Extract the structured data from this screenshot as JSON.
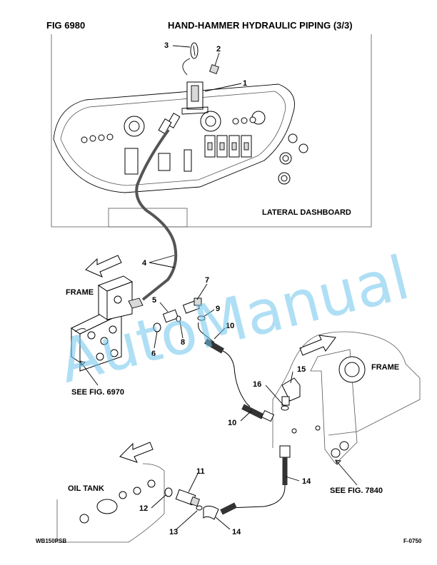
{
  "header": {
    "fig_label": "FIG     6980",
    "title": "HAND-HAMMER HYDRAULIC PIPING (3/3)"
  },
  "labels": {
    "lateral_dashboard": "LATERAL DASHBOARD",
    "frame_left": "FRAME",
    "frame_right": "FRAME",
    "see_fig_6970": "SEE FIG. 6970",
    "see_fig_7840": "SEE FIG. 7840",
    "oil_tank": "OIL TANK"
  },
  "callouts": {
    "c1": "1",
    "c2": "2",
    "c3": "3",
    "c4": "4",
    "c5": "5",
    "c6": "6",
    "c7": "7",
    "c8": "8",
    "c9": "9",
    "c10a": "10",
    "c10b": "10",
    "c11": "11",
    "c12": "12",
    "c13": "13",
    "c14a": "14",
    "c14b": "14",
    "c15": "15",
    "c16": "16"
  },
  "watermark": "AutoManual",
  "footer": {
    "left": "WB150PSB",
    "right": "F-0750"
  }
}
